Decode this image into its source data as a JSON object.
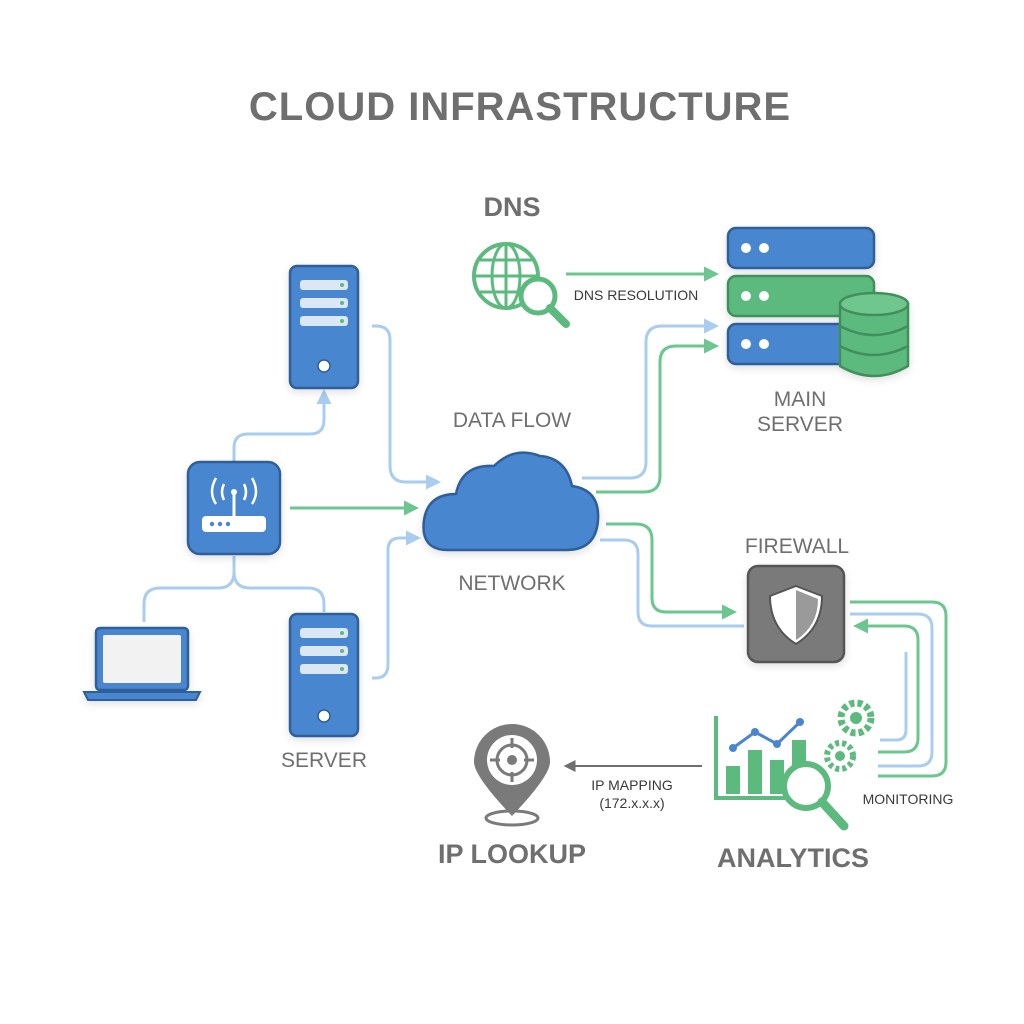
{
  "title": "CLOUD INFRASTRUCTURE",
  "nodes": {
    "dns": {
      "label": "DNS",
      "icon": "globe-search-icon"
    },
    "main_server": {
      "label_line1": "MAIN",
      "label_line2": "SERVER",
      "icon": "server-rack-database-icon"
    },
    "cloud": {
      "top_label": "DATA FLOW",
      "label": "NETWORK",
      "icon": "cloud-icon"
    },
    "firewall": {
      "label": "FIREWALL",
      "icon": "shield-icon"
    },
    "router": {
      "icon": "wifi-router-icon"
    },
    "laptop": {
      "icon": "laptop-icon"
    },
    "server_top": {
      "icon": "server-tower-icon"
    },
    "server_bottom": {
      "label": "SERVER",
      "icon": "server-tower-icon"
    },
    "analytics": {
      "label": "ANALYTICS",
      "icon": "chart-magnifier-gears-icon"
    },
    "ip_lookup": {
      "label": "IP LOOKUP",
      "icon": "map-pin-target-icon"
    }
  },
  "edge_labels": {
    "dns_resolution": "DNS RESOLUTION",
    "ip_mapping_line1": "IP MAPPING",
    "ip_mapping_line2": "(172.x.x.x)",
    "monitoring": "MONITORING"
  },
  "colors": {
    "blue": "#4a86d0",
    "blue_dark": "#2e5e99",
    "green": "#5dba7e",
    "green_dark": "#3f8f5d",
    "gray": "#7a7a7a",
    "flow_blue": "#a9cdee",
    "flow_green": "#6cc68f",
    "text": "#6f6f6f"
  }
}
